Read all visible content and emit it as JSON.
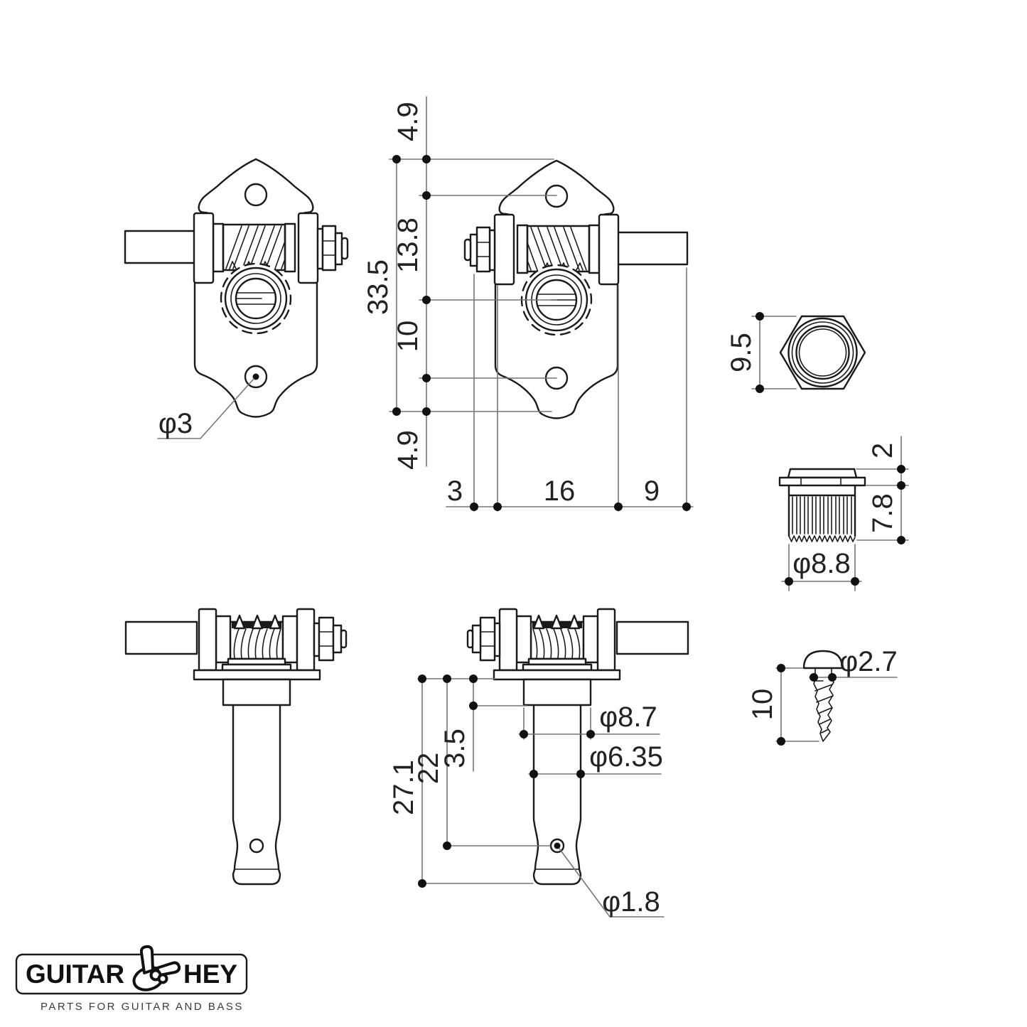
{
  "page": {
    "background": "#ffffff",
    "line_color": "#1a1a1a",
    "dim_line_color": "#757575",
    "text_color": "#222222"
  },
  "logo": {
    "brand_left": "GUITAR",
    "brand_right": "HEY",
    "tagline": "PARTS FOR GUITAR AND BASS"
  },
  "views": {
    "back_left": {
      "hole_label": "φ3"
    },
    "back_middle": {
      "dim_top_offset": "4.9",
      "dim_plate_to_post": "13.8",
      "dim_total_height": "33.5",
      "dim_post_to_hole": "10",
      "dim_bottom_offset": "4.9",
      "dim_nut_protrusion": "3",
      "dim_mount_width": "16",
      "dim_button_length": "9"
    },
    "hex_nut": {
      "dim_across_flats": "9.5"
    },
    "bushing": {
      "dim_head_height": "2",
      "dim_body_height": "7.8",
      "dim_diameter": "φ8.8"
    },
    "side_middle": {
      "dim_post_total": "27.1",
      "dim_to_string_hole": "22",
      "dim_seat_height": "3.5",
      "dim_seat_diameter": "φ8.7",
      "dim_post_diameter": "φ6.35",
      "dim_string_hole_diameter": "φ1.8"
    },
    "screw": {
      "dim_head_diameter": "φ2.7",
      "dim_thread_length": "10"
    }
  }
}
